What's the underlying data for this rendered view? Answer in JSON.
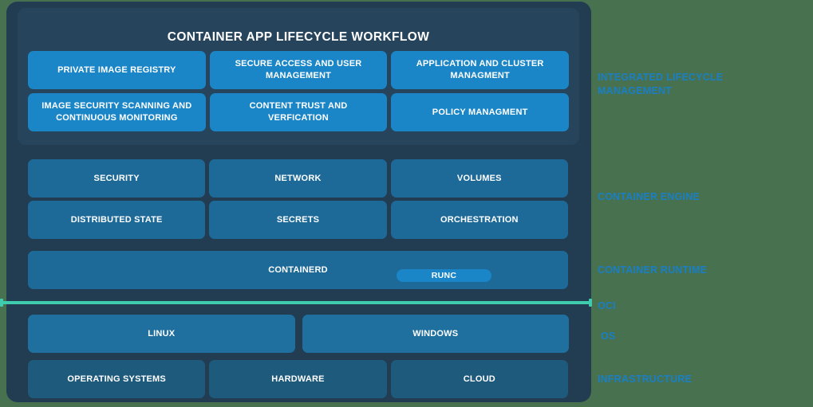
{
  "workflow": {
    "title": "CONTAINER APP LIFECYCLE WORKFLOW",
    "boxes": [
      "PRIVATE IMAGE REGISTRY",
      "SECURE ACCESS AND USER MANAGEMENT",
      "APPLICATION AND CLUSTER MANAGMENT",
      "IMAGE SECURITY SCANNING AND CONTINUOUS MONITORING",
      "CONTENT TRUST AND VERFICATION",
      "POLICY MANAGMENT"
    ]
  },
  "engine": {
    "boxes": [
      "SECURITY",
      "NETWORK",
      "VOLUMES",
      "DISTRIBUTED STATE",
      "SECRETS",
      "ORCHESTRATION"
    ]
  },
  "runtime": {
    "containerd_label": "CONTAINERD",
    "runc_label": "RUNC"
  },
  "os": {
    "boxes": [
      "LINUX",
      "WINDOWS"
    ]
  },
  "infrastructure": {
    "boxes": [
      "OPERATING SYSTEMS",
      "HARDWARE",
      "CLOUD"
    ]
  },
  "side_labels": {
    "integrated": "INTEGRATED LIFECYCLE MANAGEMENT",
    "engine": "CONTAINER ENGINE",
    "runtime": "CONTAINER RUNTIME",
    "oci": "OCI",
    "os": "OS",
    "infrastructure": "INFRASTRUCTURE"
  },
  "colors": {
    "background_green": "#47714f",
    "panel_navy": "#223c52",
    "panel_inner_navy": "#26455d",
    "accent_bright_blue": "#1b86c7",
    "engine_blue": "#1d6a99",
    "os_blue": "#20709f",
    "infra_blue": "#1e5a7c",
    "oci_teal": "#3fccae",
    "label_blue": "#1a7fc4",
    "text_white": "#ffffff"
  }
}
